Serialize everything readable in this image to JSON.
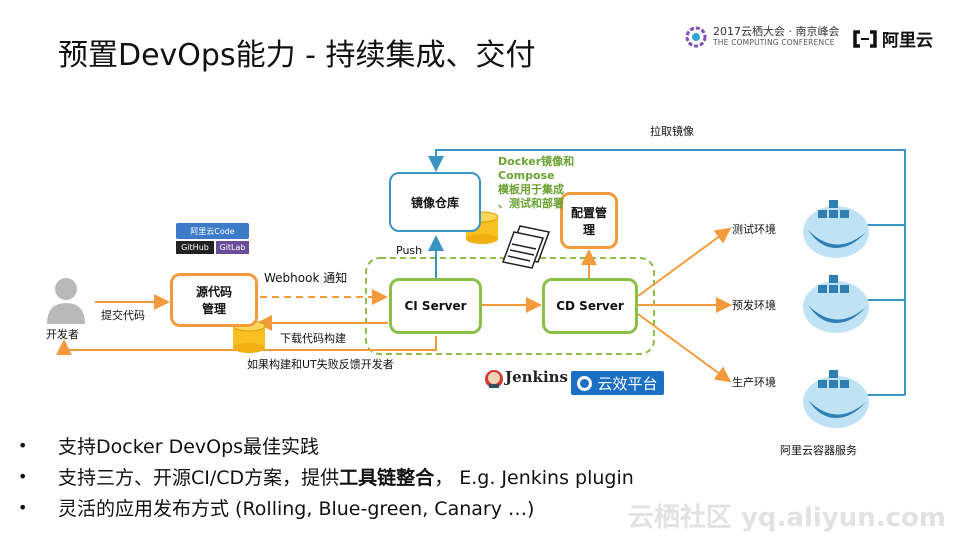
{
  "title": "预置DevOps能力 - 持续集成、交付",
  "logos": {
    "conference_line1": "2017云栖大会 · 南京峰会",
    "conference_line2": "THE COMPUTING CONFERENCE",
    "aliyun": "阿里云",
    "code_badge": "阿里云Code",
    "github": "GitHub",
    "gitlab": "GitLab",
    "jenkins": "Jenkins",
    "yunxiao": "云效平台"
  },
  "diagram": {
    "developer": "开发者",
    "submit_code": "提交代码",
    "source_repo": "源代码管理",
    "webhook": "Webhook 通知",
    "download_build": "下载代码构建",
    "feedback": "如果构建和UT失败反馈开发者",
    "ci_server": "CI Server",
    "cd_server": "CD Server",
    "image_registry": "镜像仓库",
    "push": "Push",
    "config_mgmt": "配置管理",
    "docker_note": [
      "Docker镜像和",
      "Compose",
      "模板用于集成",
      "、测试和部署"
    ],
    "pull_image": "拉取镜像",
    "env_test": "测试环境",
    "env_staging": "预发环境",
    "env_prod": "生产环境",
    "container_service": "阿里云容器服务"
  },
  "bullets": {
    "b1": "支持Docker DevOps最佳实践",
    "b2_pre": "支持三方、开源CI/CD方案，提供",
    "b2_bold": "工具链整合",
    "b2_post": "， E.g. Jenkins plugin",
    "b3": "灵活的应用发布方式 (Rolling, Blue-green, Canary …)"
  },
  "watermark": "云栖社区 yq.aliyun.com",
  "colors": {
    "orange": "#f39a3d",
    "green": "#8bbf4a",
    "blue": "#3a95c4",
    "note_green": "#6aa232"
  }
}
